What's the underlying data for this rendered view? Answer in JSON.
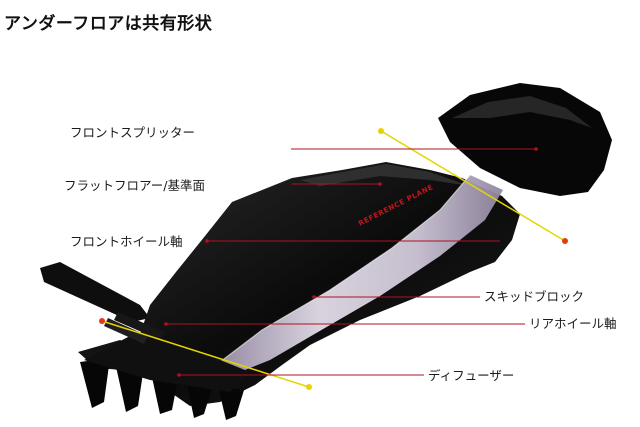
{
  "title": "アンダーフロアは共有形状",
  "floor_marking": "REFERENCE PLANE",
  "labels": {
    "front_splitter": "フロントスプリッター",
    "flat_floor": "フラットフロアー/基準面",
    "front_wheel_axle": "フロントホイール軸",
    "skid_block": "スキッドブロック",
    "rear_wheel_axle": "リアホイール軸",
    "diffuser": "ディフューザー"
  },
  "colors": {
    "floor": "#0b0b0b",
    "plank": "#c9c2d2",
    "leader_line": "#b01020",
    "axle_line": "#e6d400",
    "axle_dot": "#e33b10",
    "plane_text": "#c4161c"
  }
}
